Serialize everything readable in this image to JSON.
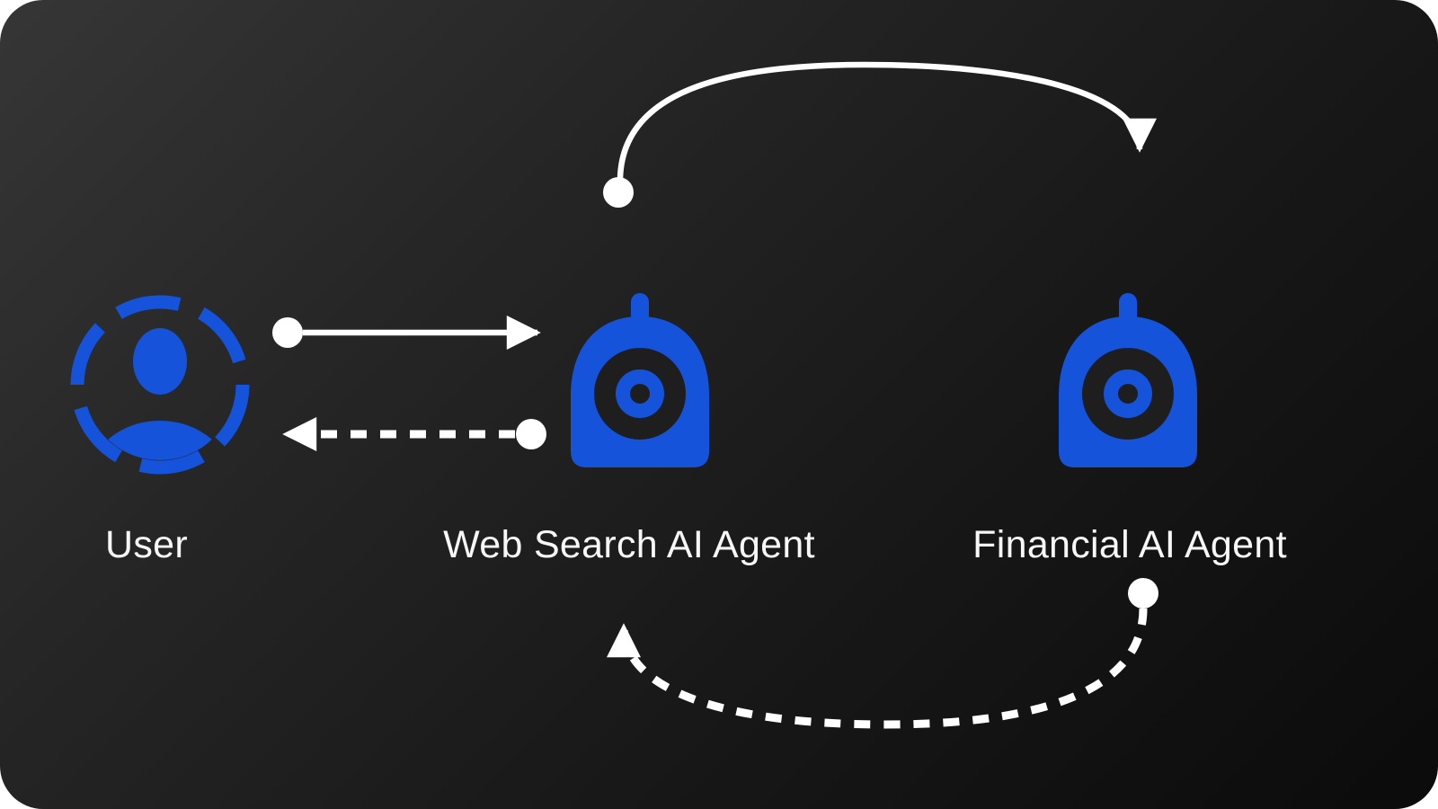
{
  "diagram": {
    "nodes": [
      {
        "id": "user",
        "label": "User",
        "type": "user-avatar"
      },
      {
        "id": "web-search-agent",
        "label": "Web Search AI Agent",
        "type": "robot"
      },
      {
        "id": "financial-agent",
        "label": "Financial AI Agent",
        "type": "robot"
      }
    ],
    "edges": [
      {
        "from": "user",
        "to": "web-search-agent",
        "style": "solid",
        "shape": "straight",
        "direction": "right"
      },
      {
        "from": "web-search-agent",
        "to": "user",
        "style": "dashed",
        "shape": "straight",
        "direction": "left"
      },
      {
        "from": "web-search-agent",
        "to": "financial-agent",
        "style": "solid",
        "shape": "arc-over-top",
        "direction": "right"
      },
      {
        "from": "financial-agent",
        "to": "web-search-agent",
        "style": "dashed",
        "shape": "arc-under-bottom",
        "direction": "left"
      }
    ],
    "colors": {
      "accent_blue": "#1553db",
      "arrow_white": "#ffffff",
      "label_text": "#f7f7f7",
      "eye_dark": "#1e1e1e",
      "background_dark": "#1a1a1a"
    }
  }
}
